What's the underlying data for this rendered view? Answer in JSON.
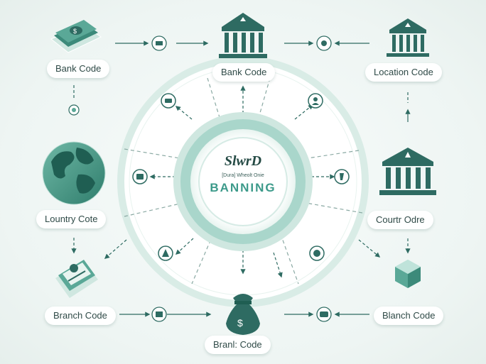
{
  "center": {
    "title": "SlwrD",
    "subtitle": "[Dura] Wheolt Onie",
    "main": "BANNING"
  },
  "nodes": {
    "top_left_label": "Bank Code",
    "top_center_label": "Bank Code",
    "top_right_label": "Location Code",
    "mid_left_label": "Lountry Cote",
    "mid_right_label": "Courtr Odre",
    "bottom_left_label": "Branch Code",
    "bottom_center_label": "Branl: Code",
    "bottom_right_label": "Blanch Code"
  },
  "icons": {
    "top_left": "money-stack-icon",
    "top_center": "bank-building-icon",
    "top_right": "bank-building-icon",
    "mid_left": "globe-icon",
    "mid_right": "bank-building-icon",
    "bottom_left": "check-document-icon",
    "bottom_center": "money-bag-icon",
    "bottom_right": "crystal-icon"
  },
  "colors": {
    "primary": "#2e7d6e",
    "accent": "#8fcfc0",
    "ring": "#cfe8e1",
    "background": "#eef5f3"
  }
}
